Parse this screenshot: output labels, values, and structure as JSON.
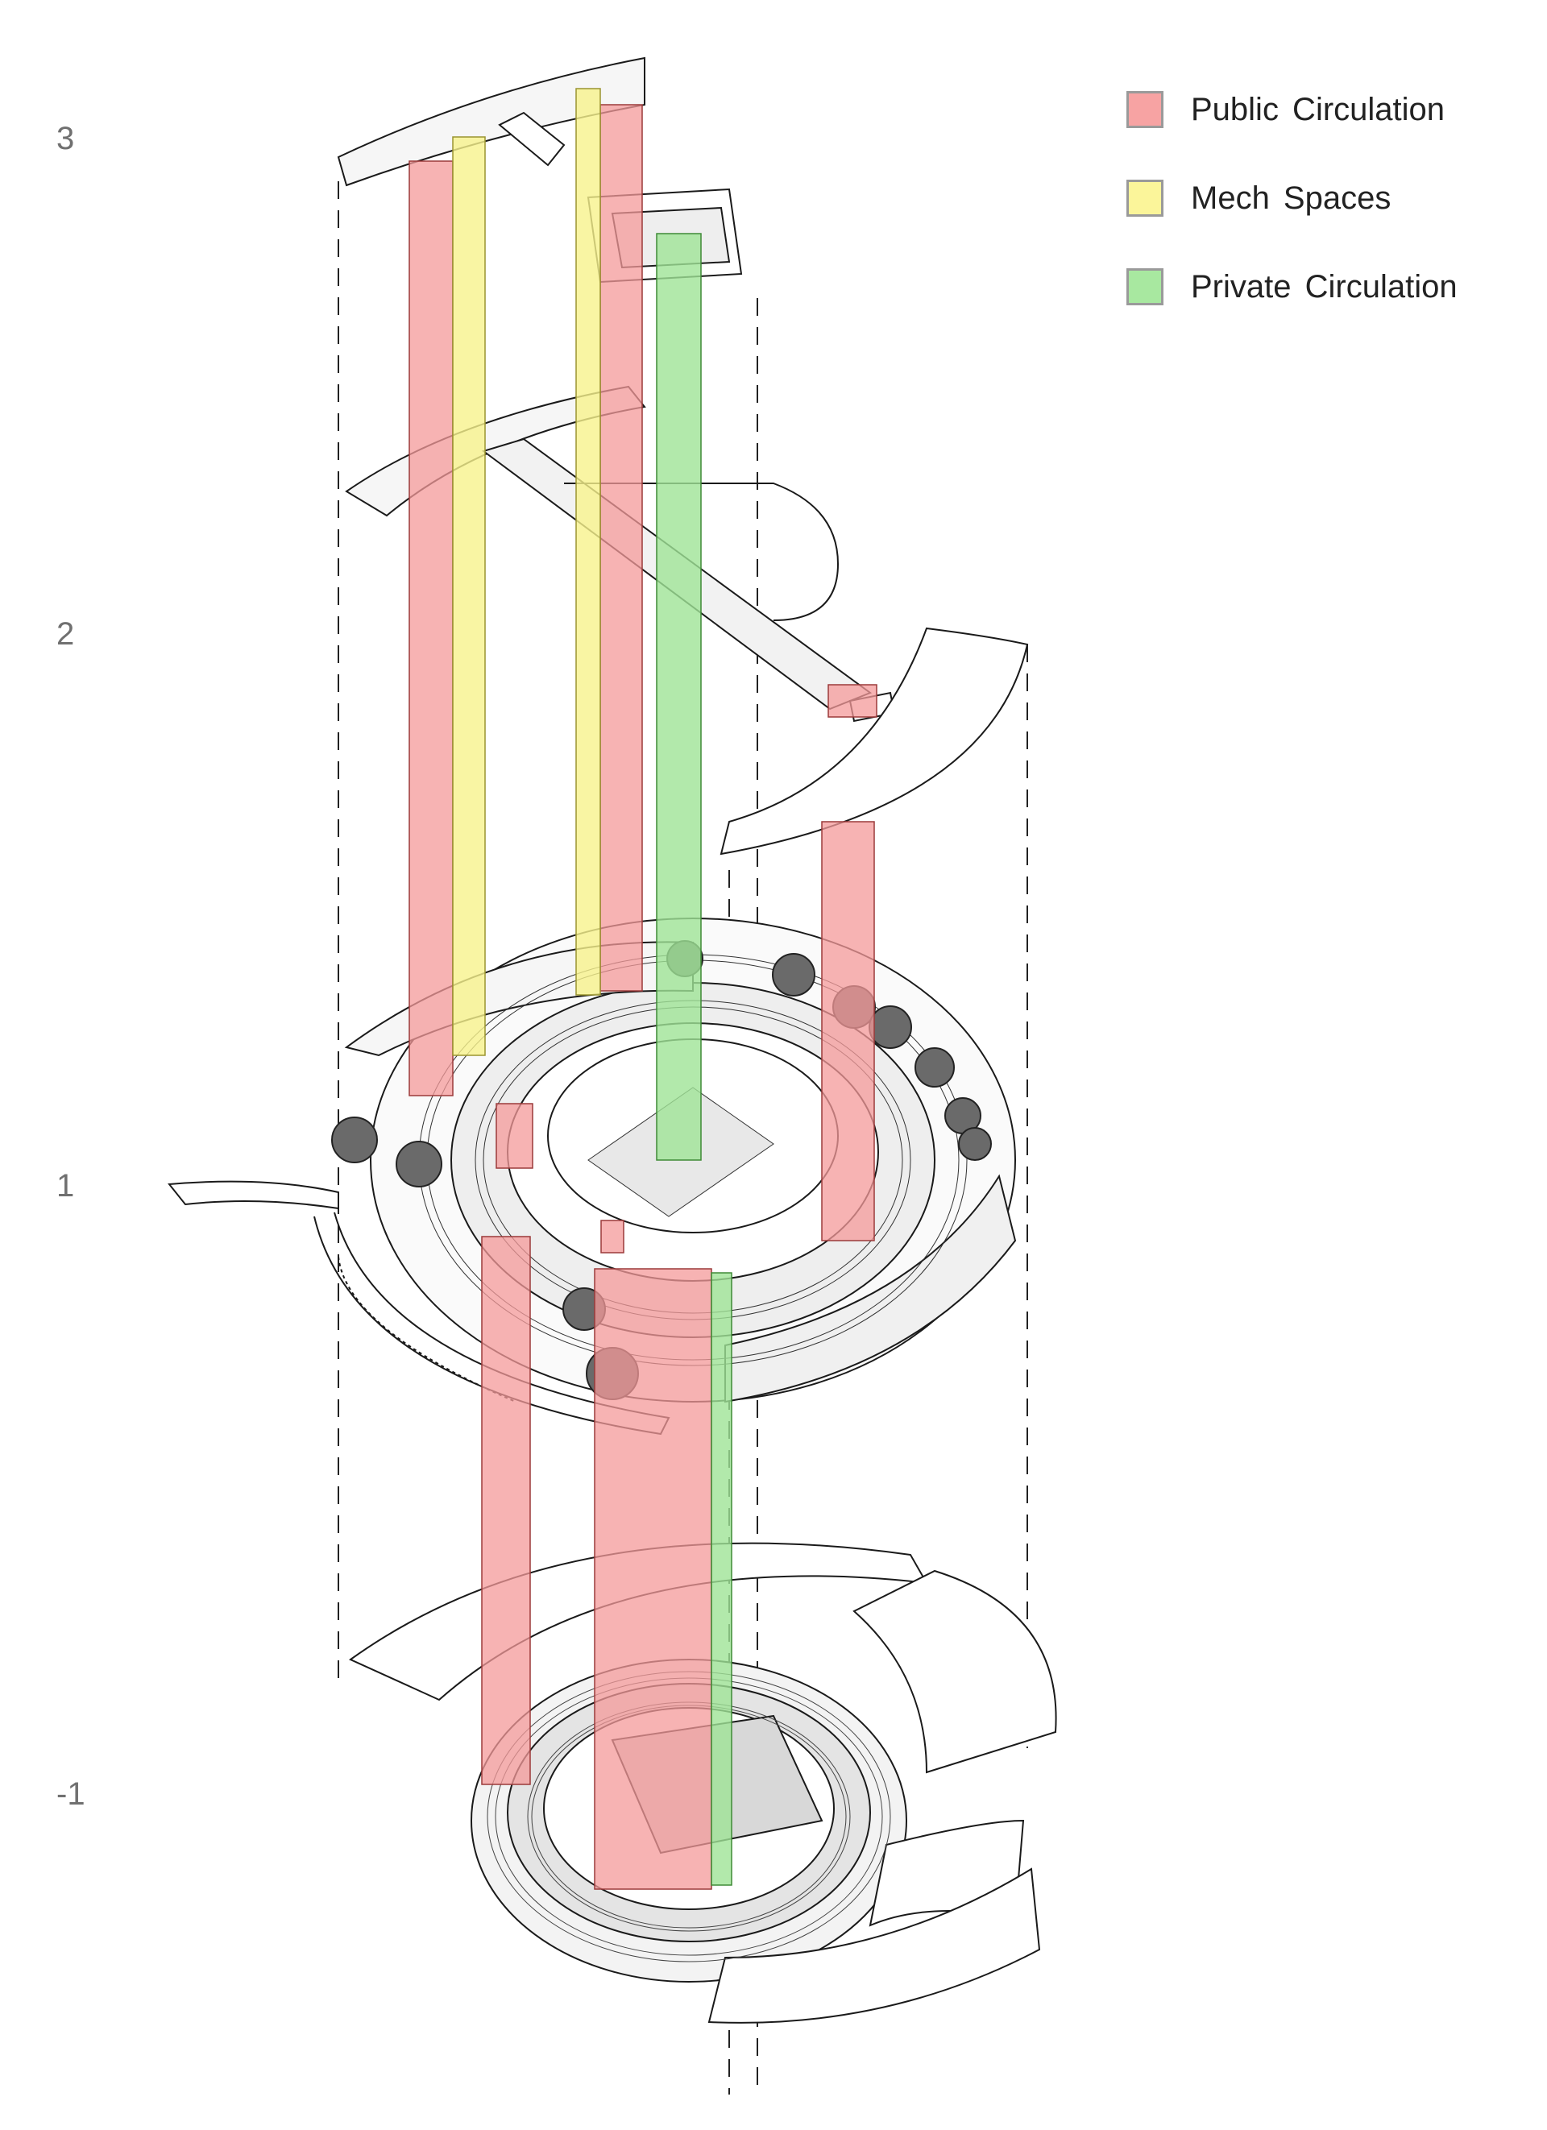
{
  "floors": [
    {
      "label": "3"
    },
    {
      "label": "2"
    },
    {
      "label": "1"
    },
    {
      "label": "-1"
    }
  ],
  "legend": [
    {
      "label": "Public Circulation",
      "color": "#f7a3a3"
    },
    {
      "label": "Mech Spaces",
      "color": "#fbf59a"
    },
    {
      "label": "Private Circulation",
      "color": "#a8e8a0"
    }
  ],
  "colors": {
    "public": "#f49a9a",
    "mech": "#f8f28c",
    "private": "#9fe396",
    "line": "#1a1a1a",
    "floor_fill": "#e8e8e8"
  }
}
